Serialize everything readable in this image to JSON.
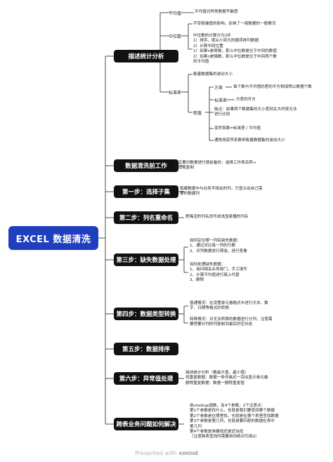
{
  "root": {
    "title": "EXCEL 数据清洗"
  },
  "branches": {
    "desc": {
      "label": "描述统计分析",
      "mean_label": "平均值",
      "mean_text": "平均值对异常数据不敏感",
      "median_label": "中位数",
      "median_text1": "不受极端值的影响，反映了一组数据的一般情况",
      "median_text2": "中位数的计算分为2步\n1）排序，按从小到大的顺序排列数据\n2）计算中间位置\n1）如果n是奇数，那么中位数是位于中间的数值\n2）如果n是偶数，那么中位数是位于中间两个数\n的平均值",
      "std_label": "标准差",
      "std_text1": "衡量数据集的波动大小",
      "variance_label": "方差",
      "variance_text": "每个数与平均值的差的平方相加除以数据个数",
      "stddev_label": "标准差",
      "stddev_text": "方差的开方",
      "cv_label": "取值",
      "cv_text1": "缺点：如果两个数据集的大小差别太大时就无法\n进行比较",
      "cv_text2": "变异系数=标准差 / 平均值",
      "cv_text3": "通常用变异系数来衡量数据集的波动大小"
    },
    "prep": {
      "label": "数据清洗前工作",
      "text": "一定要对数据进行提前备份：选择工作表名称→\n移动或复制"
    },
    "step1": {
      "label": "第一步：选择子集",
      "text": "隐藏数据中与业务不相关的列，只显示出自己需\n要的数据列"
    },
    "step2": {
      "label": "第二步：列名重命名",
      "text": "把晦涩的列名改写成浅显易懂的列名"
    },
    "step3": {
      "label": "第三步：缺失数据处理",
      "text1": "如何定位哪一列有缺失数据：\n1、通过对比每一列的行数\n2、对列数据进行筛选，进行查看",
      "text2": "如何处理缺失数据：\n1、询问相关业务部门，手工填写\n2、计算平均值进行填入代替\n3、删除"
    },
    "step4": {
      "label": "第四步：数据类型转换",
      "text1": "普通情况：在设置单元格格式中进行文本、数\n字、日期等格式的转换",
      "text2": "特殊情况：对无法转换的数据进行分列，注意需\n要把要分列的列复制到最后的空白处"
    },
    "step5": {
      "label": "第五步：数据排序"
    },
    "step6": {
      "label": "第六步：异常值处理",
      "text": "描述统计分析（看最大值、最小值）\n找重复数据：数据一条件格式一突出显示单元格\n删除重复数据：数据一删除重复值"
    },
    "cross": {
      "label": "跨表业务问题如何解决",
      "text": "用vlookup函数，有4个参数，2个注意点：\n第1个参数是找什么，也就是我们要查找哪个数据\n第2个参数是在哪里找，也就是在哪个表里查找数据\n第3个参数是第几列，也就是要匹配的数据在表中\n第几列\n第4个参数是准确找还是近似找\n（注意跨表查找时需要用到绝对引用$）"
    }
  },
  "footer": {
    "prefix": "Presented with",
    "brand": "xmind"
  }
}
